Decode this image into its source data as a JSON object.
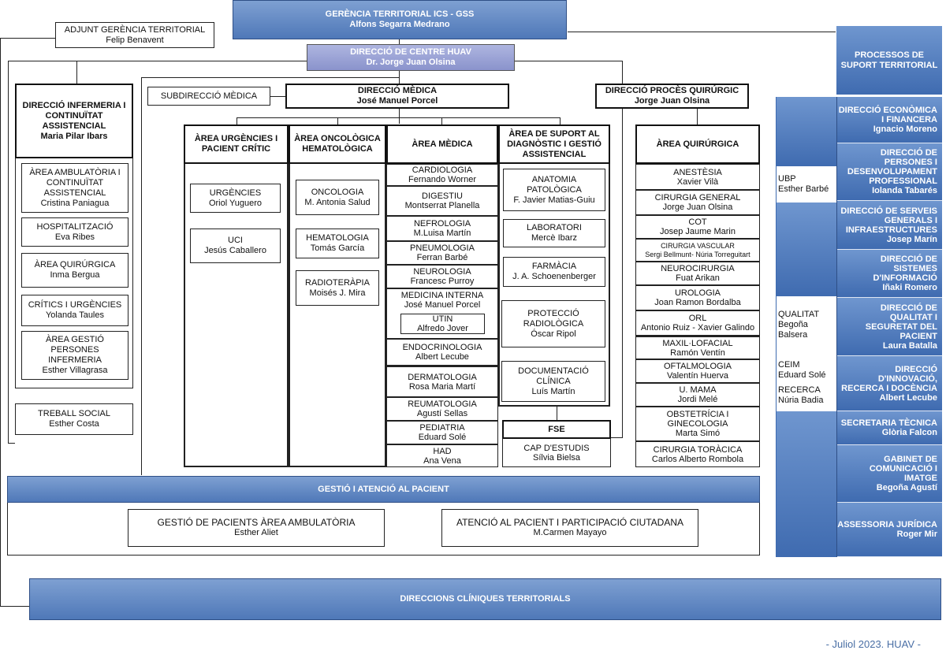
{
  "top": {
    "gerencia": {
      "title": "GERÈNCIA TERRITORIAL ICS - GSS",
      "name": "Alfons Segarra Medrano"
    },
    "adjunt": {
      "title": "ADJUNT GERÈNCIA TERRITORIAL",
      "name": "Felip Benavent"
    },
    "centre": {
      "title": "DIRECCIÓ DE CENTRE HUAV",
      "name": "Dr. Jorge Juan Olsina"
    },
    "processos": {
      "title": "PROCESSOS DE SUPORT TERRITORIAL"
    }
  },
  "infermeria": {
    "head": {
      "title": "DIRECCIÓ INFERMERIA I CONTINUÏTAT ASSISTENCIAL",
      "name": "Maria Pilar Ibars"
    },
    "items": [
      {
        "title": "ÀREA AMBULATÒRIA I CONTINUÏTAT ASSISTENCIAL",
        "name": "Cristina Paniagua"
      },
      {
        "title": "HOSPITALITZACIÓ",
        "name": "Eva Ribes"
      },
      {
        "title": "ÀREA QUIRÚRGICA",
        "name": "Inma Bergua"
      },
      {
        "title": "CRÍTICS I URGÈNCIES",
        "name": "Yolanda Taules"
      },
      {
        "title": "ÀREA GESTIÓ PERSONES INFERMERIA",
        "name": "Esther Villagrasa"
      }
    ],
    "social": {
      "title": "TREBALL SOCIAL",
      "name": "Esther Costa"
    }
  },
  "medica": {
    "sub": {
      "title": "SUBDIRECCIÓ MÈDICA"
    },
    "head": {
      "title": "DIRECCIÓ MÈDICA",
      "name": "José Manuel Porcel"
    },
    "urgencies": {
      "head": "ÀREA URGÈNCIES I PACIENT CRÍTIC",
      "items": [
        {
          "title": "URGÈNCIES",
          "name": "Oriol Yuguero"
        },
        {
          "title": "UCI",
          "name": "Jesús Caballero"
        }
      ]
    },
    "oncologica": {
      "head": "ÀREA ONCOLÒGICA HEMATOLÒGICA",
      "items": [
        {
          "title": "ONCOLOGIA",
          "name": "M. Antonia Salud"
        },
        {
          "title": "HEMATOLOGIA",
          "name": "Tomás García"
        },
        {
          "title": "RADIOTERÀPIA",
          "name": "Moisés J. Mira"
        }
      ]
    },
    "area_medica": {
      "head": "ÀREA MÈDICA",
      "items": [
        {
          "title": "CARDIOLOGIA",
          "name": "Fernando Worner"
        },
        {
          "title": "DIGESTIU",
          "name": "Montserrat Planella"
        },
        {
          "title": "NEFROLOGIA",
          "name": "M.Luisa Martín"
        },
        {
          "title": "PNEUMOLOGIA",
          "name": "Ferran Barbé"
        },
        {
          "title": "NEUROLOGIA",
          "name": "Francesc Purroy"
        },
        {
          "title": "MEDICINA INTERNA",
          "name": "José Manuel Porcel"
        },
        {
          "title": "ENDOCRINOLOGIA",
          "name": "Albert Lecube"
        },
        {
          "title": "DERMATOLOGIA",
          "name": "Rosa Maria Martí"
        },
        {
          "title": "REUMATOLOGIA",
          "name": "Agustí Sellas"
        },
        {
          "title": "PEDIATRIA",
          "name": "Eduard Solé"
        },
        {
          "title": "HAD",
          "name": "Ana Vena"
        }
      ],
      "utin": {
        "title": "UTIN",
        "name": "Alfredo Jover"
      }
    },
    "suport": {
      "head": "ÀREA DE SUPORT AL DIAGNÒSTIC I GESTIÓ ASSISTENCIAL",
      "items": [
        {
          "title": "ANATOMIA PATOLÒGICA",
          "name": "F. Javier Matias-Guiu"
        },
        {
          "title": "LABORATORI",
          "name": "Mercè Ibarz"
        },
        {
          "title": "FARMÀCIA",
          "name": "J. A. Schoenenberger"
        },
        {
          "title": "PROTECCIÓ RADIOLÒGICA",
          "name": "Óscar Ripol"
        },
        {
          "title": "DOCUMENTACIÓ CLÍNICA",
          "name": "Luís Martín"
        }
      ]
    },
    "fse": {
      "title": "FSE",
      "cap_title": "CAP D'ESTUDIS",
      "cap_name": "Sílvia Bielsa"
    }
  },
  "quirurgic": {
    "head": {
      "title": "DIRECCIÓ PROCÈS QUIRÚRGIC",
      "name": "Jorge Juan Olsina"
    },
    "area_head": "ÀREA QUIRÚRGICA",
    "items": [
      {
        "title": "ANESTÈSIA",
        "name": "Xavier Vilà"
      },
      {
        "title": "CIRURGIA GENERAL",
        "name": "Jorge Juan Olsina"
      },
      {
        "title": "COT",
        "name": "Josep Jaume Marin"
      },
      {
        "title": "CIRURGIA VASCULAR",
        "name": "Sergi Bellmunt- Núria Torreguitart"
      },
      {
        "title": "NEUROCIRURGIA",
        "name": "Fuat Arikan"
      },
      {
        "title": "UROLOGIA",
        "name": "Joan Ramon Bordalba"
      },
      {
        "title": "ORL",
        "name": "Antonio Ruiz - Xavier Galindo"
      },
      {
        "title": "MAXIL·LOFACIAL",
        "name": "Ramón Ventín"
      },
      {
        "title": "OFTALMOLOGIA",
        "name": "Valentín Huerva"
      },
      {
        "title": "U. MAMA",
        "name": "Jordi Melé"
      },
      {
        "title": "OBSTETRÍCIA I GINECOLOGIA",
        "name": "Marta Simó"
      },
      {
        "title": "CIRURGIA TORÀCICA",
        "name": "Carlos Alberto Rombola"
      }
    ]
  },
  "gestio": {
    "head": "GESTIÓ I ATENCIÓ AL PACIENT",
    "items": [
      {
        "title": "GESTIÓ DE PACIENTS ÀREA AMBULATÒRIA",
        "name": "Esther Aliet"
      },
      {
        "title": "ATENCIÓ AL PACIENT I PARTICIPACIÓ CIUTADANA",
        "name": "M.Carmen Mayayo"
      }
    ]
  },
  "territorials": "DIRECCIONS CLÍNIQUES TERRITORIALS",
  "right_panel": [
    {
      "title": "DIRECCIÓ ECONÒMICA I FINANCERA",
      "name": "Ignacio Moreno"
    },
    {
      "title": "DIRECCIÓ DE PERSONES I DESENVOLUPAMENT PROFESSIONAL",
      "name": "Iolanda Tabarés"
    },
    {
      "title": "DIRECCIÓ DE SERVEIS GENERALS I INFRAESTRUCTURES",
      "name": "Josep Marín"
    },
    {
      "title": "DIRECCIÓ DE SISTEMES D'INFORMACIÓ",
      "name": "Iñaki Romero"
    },
    {
      "title": "DIRECCIÓ DE QUALITAT I SEGURETAT DEL PACIENT",
      "name": "Laura Batalla"
    },
    {
      "title": "DIRECCIÓ D'INNOVACIÓ, RECERCA I DOCÈNCIA",
      "name": "Albert Lecube"
    },
    {
      "title": "SECRETARIA TÈCNICA",
      "name": "Glòria Falcon"
    },
    {
      "title": "GABINET DE COMUNICACIÓ I IMATGE",
      "name": "Begoña Agustí"
    },
    {
      "title": "ASSESSORIA JURÍDICA",
      "name": "Roger Mir"
    }
  ],
  "side_units": {
    "ubp": {
      "title": "UBP",
      "name": "Esther Barbé"
    },
    "qualitat": {
      "title": "QUALITAT",
      "name1": "Begoña",
      "name2": "Balsera"
    },
    "ceim": {
      "title": "CEIM",
      "name": "Eduard Solé"
    },
    "recerca": {
      "title": "RECERCA",
      "name": "Núria Badia"
    }
  },
  "footer": "- Juliol 2023. HUAV -",
  "colors": {
    "blue": "#4f78b8",
    "lavender": "#8a93cc",
    "panel": "#3f6bb0"
  }
}
